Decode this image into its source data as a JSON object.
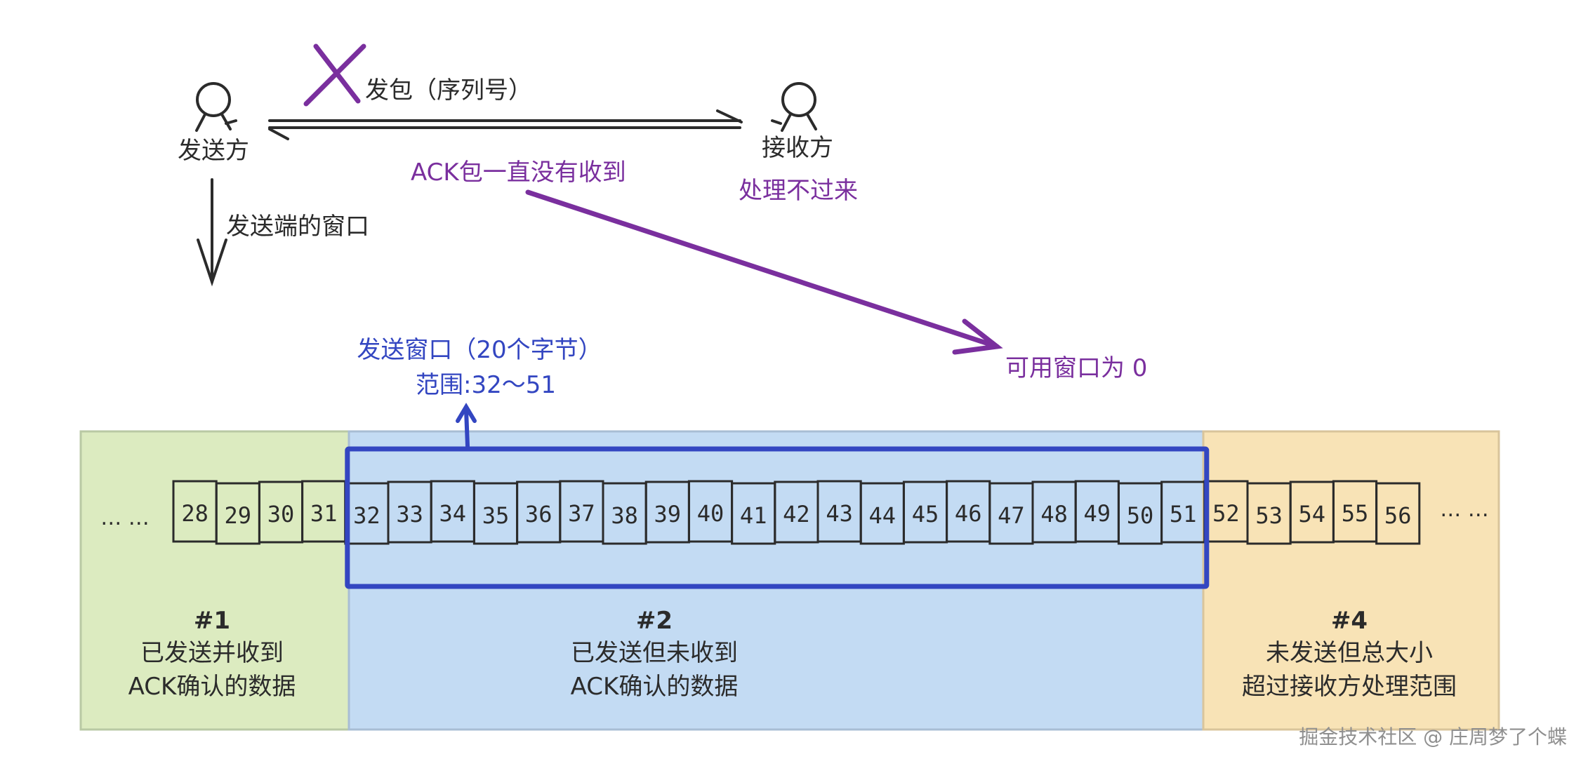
{
  "top": {
    "sender_label": "发送方",
    "receiver_label": "接收方",
    "packet_label": "发包（序列号）",
    "ack_label": "ACK包一直没有收到",
    "receiver_note": "处理不过来",
    "sender_window_label": "发送端的窗口",
    "available_window_label": "可用窗口为 0"
  },
  "window_callout": {
    "line1": "发送窗口（20个字节）",
    "line2": "范围:32～51"
  },
  "sequence": {
    "left_ellipsis": "… …",
    "right_ellipsis": "… …",
    "numbers": [
      28,
      29,
      30,
      31,
      32,
      33,
      34,
      35,
      36,
      37,
      38,
      39,
      40,
      41,
      42,
      43,
      44,
      45,
      46,
      47,
      48,
      49,
      50,
      51,
      52,
      53,
      54,
      55,
      56
    ],
    "window_start": 32,
    "window_end": 51
  },
  "zones": [
    {
      "id": "1",
      "title": "#1",
      "lines": [
        "已发送并收到",
        "ACK确认的数据"
      ],
      "color": "#dcebc0",
      "border": "#b9c9a4"
    },
    {
      "id": "2",
      "title": "#2",
      "lines": [
        "已发送但未收到",
        "ACK确认的数据"
      ],
      "color": "#c3dbf3",
      "border": "#a8bdd4"
    },
    {
      "id": "4",
      "title": "#4",
      "lines": [
        "未发送但总大小",
        "超过接收方处理范围"
      ],
      "color": "#f8e3b6",
      "border": "#d9c49b"
    }
  ],
  "watermark": "掘金技术社区 @ 庄周梦了个蝶",
  "colors": {
    "purple": "#7a2f9e",
    "blue": "#3346c1",
    "ink": "#2b2b2b"
  }
}
